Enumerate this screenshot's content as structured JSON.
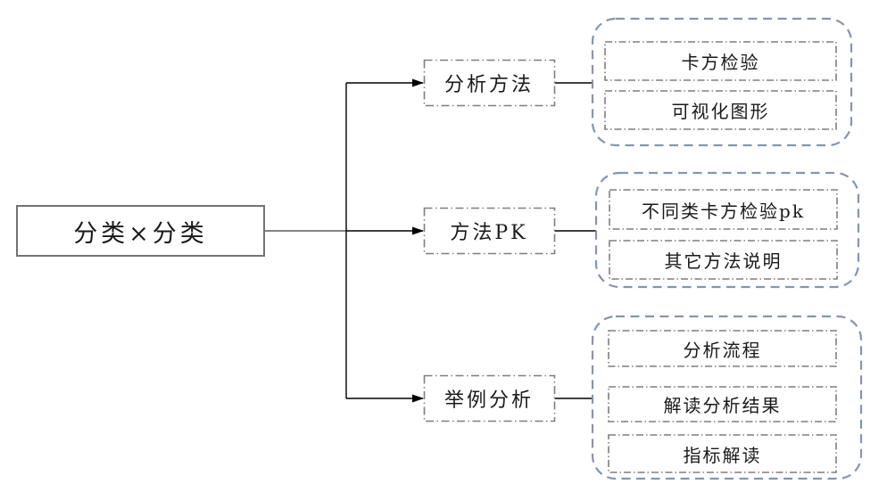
{
  "diagram": {
    "root": "分类×分类",
    "branches": [
      {
        "label": "分析方法",
        "children": [
          "卡方检验",
          "可视化图形"
        ]
      },
      {
        "label": "方法PK",
        "children": [
          "不同类卡方检验pk",
          "其它方法说明"
        ]
      },
      {
        "label": "举例分析",
        "children": [
          "分析流程",
          "解读分析结果",
          "指标解读"
        ]
      }
    ],
    "colors": {
      "group_border": "#8496B0",
      "box_border": "#7F7F7F",
      "root_border": "#737373",
      "line": "#000000",
      "background": "#FFFFFF"
    }
  }
}
